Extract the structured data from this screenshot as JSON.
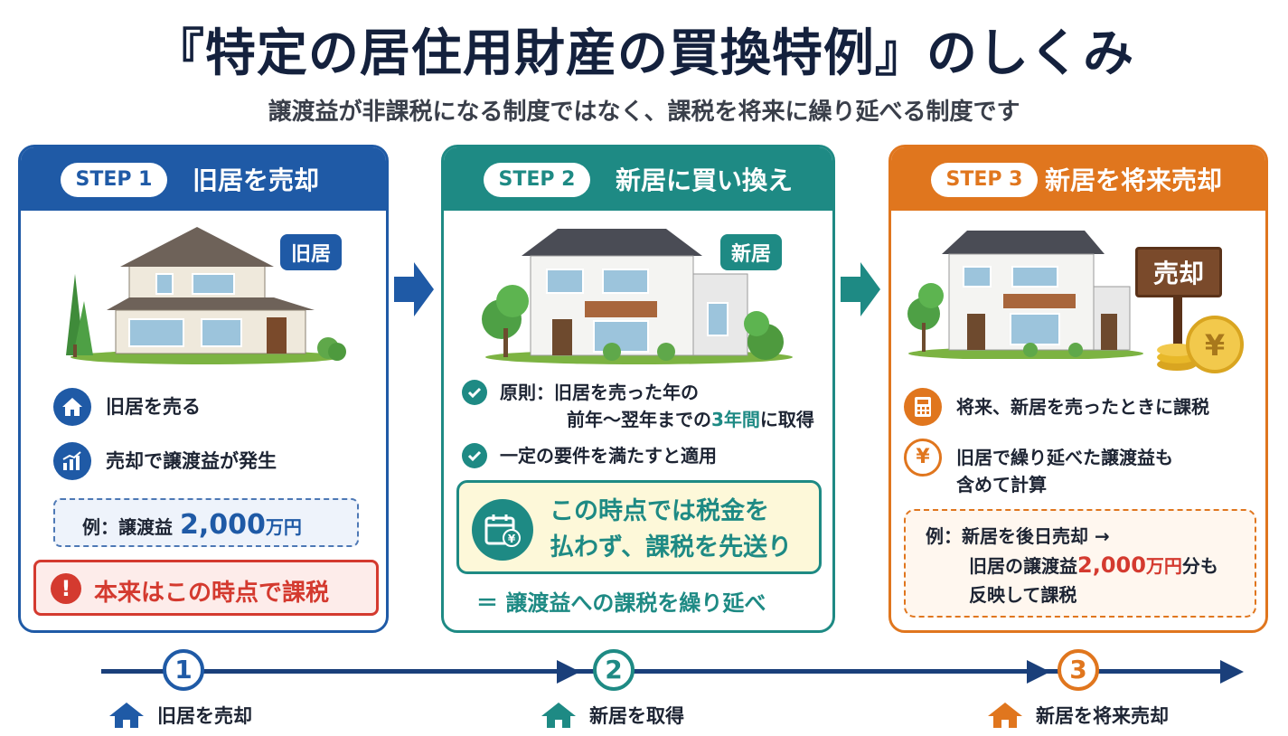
{
  "title": "『特定の居住用財産の買換特例』のしくみ",
  "subtitle": "譲渡益が非課税になる制度ではなく、課税を将来に繰り延べる制度です",
  "steps": [
    {
      "pill": "STEP 1",
      "title": "旧居を売却",
      "house_tag": "旧居",
      "items": [
        "旧居を売る",
        "売却で譲渡益が発生"
      ],
      "example_prefix": "例：譲渡益",
      "example_amount": "2,000",
      "example_unit": "万円",
      "alert": "本来はこの時点で課税"
    },
    {
      "pill": "STEP 2",
      "title": "新居に買い換え",
      "house_tag": "新居",
      "rule_line1": "原則：旧居を売った年の",
      "rule_line2_pre": "前年〜翌年までの",
      "rule_line2_highlight": "3年間",
      "rule_line2_post": "に取得",
      "condition": "一定の要件を満たすと適用",
      "defer_line1": "この時点では税金を",
      "defer_line2": "払わず、課税を先送り",
      "conclusion": "＝ 譲渡益への課税を繰り延べ"
    },
    {
      "pill": "STEP 3",
      "title": "新居を将来売却",
      "sign": "売却",
      "item1": "将来、新居を売ったときに課税",
      "item2_line1": "旧居で繰り延べた譲渡益も",
      "item2_line2": "含めて計算",
      "ex_line1": "例：新居を後日売却 →",
      "ex_line2_pre": "旧居の譲渡益",
      "ex_line2_amount": "2,000",
      "ex_line2_unit": "万円",
      "ex_line2_post": "分も",
      "ex_line3": "反映して課税"
    }
  ],
  "timeline": [
    {
      "num": "1",
      "label": "旧居を売却"
    },
    {
      "num": "2",
      "label": "新居を取得"
    },
    {
      "num": "3",
      "label": "新居を将来売却"
    }
  ],
  "colors": {
    "step1": "#1f5aa6",
    "step2": "#1e8a84",
    "step3": "#e0761e",
    "alert": "#d43a2f",
    "highlight_red": "#d43a2f"
  },
  "icons": [
    "house-icon",
    "growth-chart-icon",
    "check-icon",
    "calendar-yen-icon",
    "calculator-icon",
    "yen-coin-icon",
    "alert-icon",
    "arrow-right-icon"
  ]
}
